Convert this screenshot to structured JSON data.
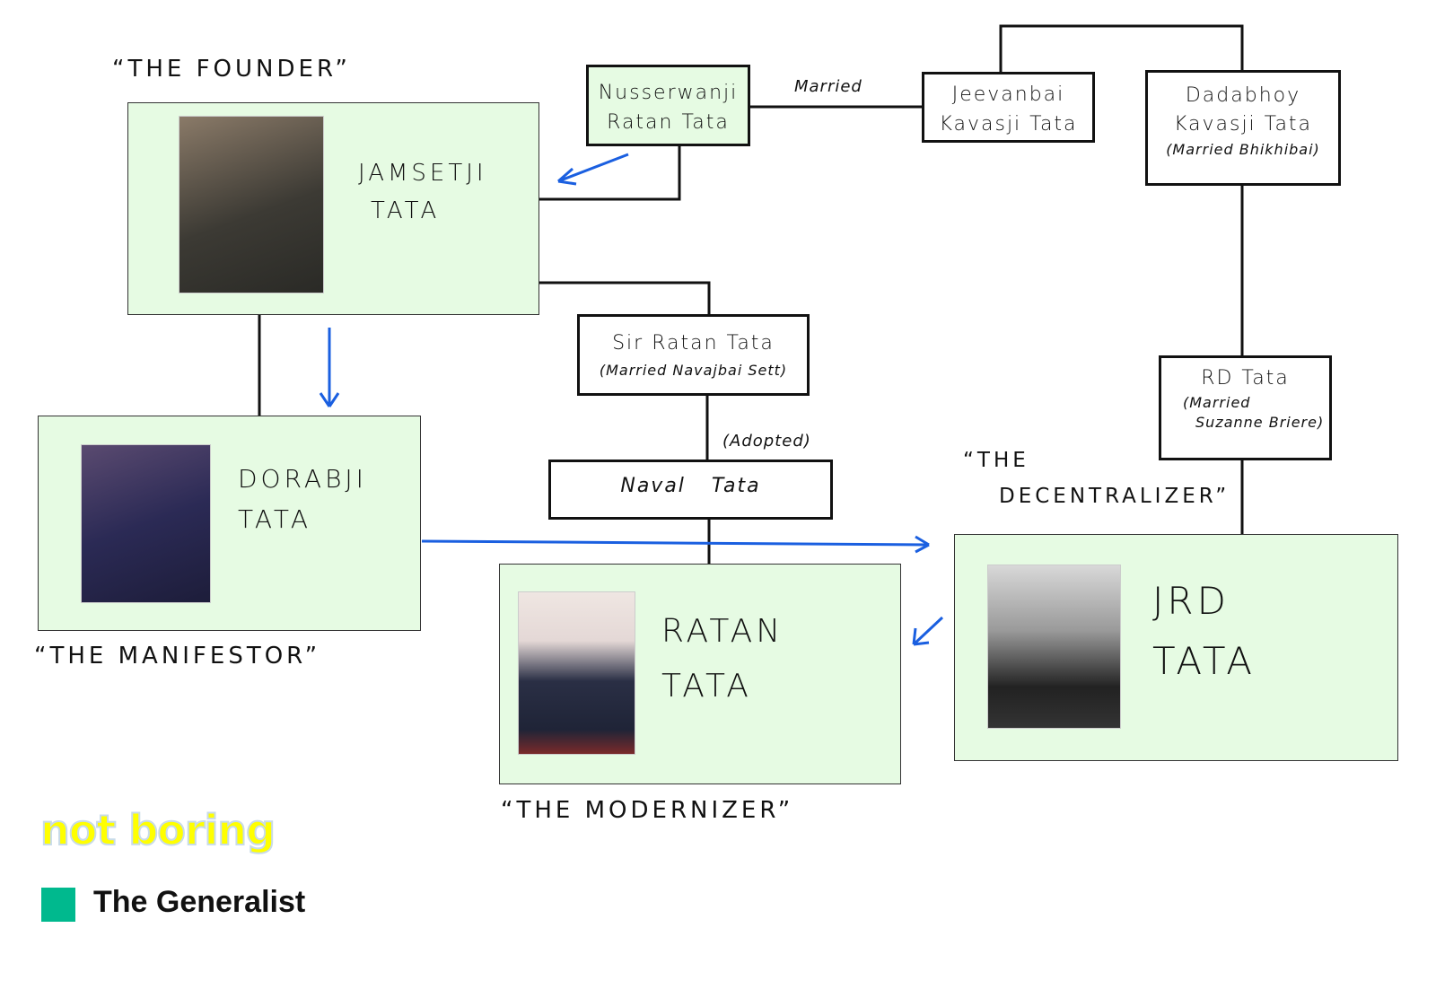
{
  "labels": {
    "founder": "“THE FOUNDER”",
    "manifestor": "“THE MANIFESTOR”",
    "modernizer": "“THE MODERNIZER”",
    "decentralizer_1": "“THE",
    "decentralizer_2": "DECENTRALIZER”",
    "married": "Married",
    "adopted": "(Adopted)"
  },
  "people": {
    "jamsetji": {
      "line1": "Jamsetji",
      "line2": "Tata"
    },
    "dorabji": {
      "line1": "Dorabji",
      "line2": "Tata"
    },
    "ratan": {
      "line1": "Ratan",
      "line2": "Tata"
    },
    "jrd": {
      "line1": "JRD",
      "line2": "Tata"
    },
    "nusserwanji": {
      "line1": "Nusserwanji",
      "line2": "Ratan Tata"
    },
    "jeevanbai": {
      "line1": "Jeevanbai",
      "line2": "Kavasji Tata"
    },
    "dadabhoy": {
      "line1": "Dadabhoy",
      "line2": "Kavasji Tata",
      "note": "(Married Bhikhibai)"
    },
    "sir_ratan": {
      "line1": "Sir Ratan Tata",
      "note": "(Married Navajbai Sett)"
    },
    "rd": {
      "line1": "RD Tata",
      "note1": "(Married",
      "note2": "Suzanne Briere)"
    },
    "naval": {
      "line1": "Naval Tata"
    }
  },
  "branding": {
    "not_boring": "not boring",
    "generalist": "The Generalist"
  },
  "colors": {
    "node_fill": "#e6fbe3",
    "arrow": "#1a5fe0",
    "generalist": "#00b98e",
    "not_boring": "#ffff00"
  }
}
